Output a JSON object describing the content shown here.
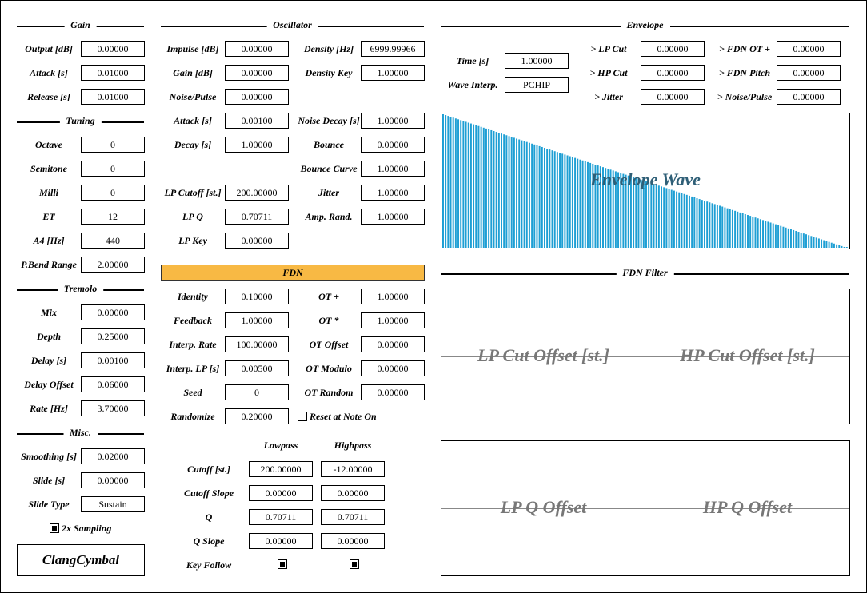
{
  "app": {
    "name": "ClangCymbal"
  },
  "sections": {
    "gain": "Gain",
    "tuning": "Tuning",
    "tremolo": "Tremolo",
    "misc": "Misc.",
    "oscillator": "Oscillator",
    "fdn": "FDN",
    "envelope": "Envelope",
    "fdn_filter": "FDN Filter"
  },
  "gain": [
    {
      "label": "Output [dB]",
      "value": "0.00000"
    },
    {
      "label": "Attack [s]",
      "value": "0.01000"
    },
    {
      "label": "Release [s]",
      "value": "0.01000"
    }
  ],
  "tuning": [
    {
      "label": "Octave",
      "value": "0"
    },
    {
      "label": "Semitone",
      "value": "0"
    },
    {
      "label": "Milli",
      "value": "0"
    },
    {
      "label": "ET",
      "value": "12"
    },
    {
      "label": "A4 [Hz]",
      "value": "440"
    },
    {
      "label": "P.Bend Range",
      "value": "2.00000"
    }
  ],
  "tremolo": [
    {
      "label": "Mix",
      "value": "0.00000"
    },
    {
      "label": "Depth",
      "value": "0.25000"
    },
    {
      "label": "Delay [s]",
      "value": "0.00100"
    },
    {
      "label": "Delay Offset",
      "value": "0.06000"
    },
    {
      "label": "Rate [Hz]",
      "value": "3.70000"
    }
  ],
  "misc": [
    {
      "label": "Smoothing [s]",
      "value": "0.02000"
    },
    {
      "label": "Slide [s]",
      "value": "0.00000"
    },
    {
      "label": "Slide Type",
      "value": "Sustain"
    }
  ],
  "misc_checkbox": {
    "label": "2x Sampling",
    "checked": true
  },
  "osc_left": [
    {
      "label": "Impulse [dB]",
      "value": "0.00000"
    },
    {
      "label": "Gain [dB]",
      "value": "0.00000"
    },
    {
      "label": "Noise/Pulse",
      "value": "0.00000"
    },
    {
      "label": "Attack [s]",
      "value": "0.00100"
    },
    {
      "label": "Decay [s]",
      "value": "1.00000"
    },
    {
      "label": "LP Cutoff [st.]",
      "value": "200.00000"
    },
    {
      "label": "LP Q",
      "value": "0.70711"
    },
    {
      "label": "LP Key",
      "value": "0.00000"
    }
  ],
  "osc_right": [
    {
      "label": "Density [Hz]",
      "value": "6999.99966"
    },
    {
      "label": "Density Key",
      "value": "1.00000"
    },
    {
      "label": "Noise Decay [s]",
      "value": "1.00000"
    },
    {
      "label": "Bounce",
      "value": "0.00000"
    },
    {
      "label": "Bounce Curve",
      "value": "1.00000"
    },
    {
      "label": "Jitter",
      "value": "1.00000"
    },
    {
      "label": "Amp. Rand.",
      "value": "1.00000"
    }
  ],
  "fdn_left": [
    {
      "label": "Identity",
      "value": "0.10000"
    },
    {
      "label": "Feedback",
      "value": "1.00000"
    },
    {
      "label": "Interp. Rate",
      "value": "100.00000"
    },
    {
      "label": "Interp. LP [s]",
      "value": "0.00500"
    },
    {
      "label": "Seed",
      "value": "0"
    },
    {
      "label": "Randomize",
      "value": "0.20000"
    }
  ],
  "fdn_right": [
    {
      "label": "OT +",
      "value": "1.00000"
    },
    {
      "label": "OT *",
      "value": "1.00000"
    },
    {
      "label": "OT Offset",
      "value": "0.00000"
    },
    {
      "label": "OT Modulo",
      "value": "0.00000"
    },
    {
      "label": "OT Random",
      "value": "0.00000"
    }
  ],
  "fdn_checkbox": {
    "label": "Reset at Note On",
    "checked": false
  },
  "filter_table": {
    "col_lowpass": "Lowpass",
    "col_highpass": "Highpass",
    "rows": [
      {
        "label": "Cutoff [st.]",
        "low": "200.00000",
        "high": "-12.00000"
      },
      {
        "label": "Cutoff Slope",
        "low": "0.00000",
        "high": "0.00000"
      },
      {
        "label": "Q",
        "low": "0.70711",
        "high": "0.70711"
      },
      {
        "label": "Q Slope",
        "low": "0.00000",
        "high": "0.00000"
      }
    ],
    "key_follow": {
      "label": "Key Follow",
      "low_checked": true,
      "high_checked": true
    }
  },
  "envelope": {
    "time_label": "Time [s]",
    "time_value": "1.00000",
    "interp_label": "Wave Interp.",
    "interp_value": "PCHIP",
    "mods_mid": [
      {
        "label": "> LP Cut",
        "value": "0.00000"
      },
      {
        "label": "> HP Cut",
        "value": "0.00000"
      },
      {
        "label": "> Jitter",
        "value": "0.00000"
      }
    ],
    "mods_right": [
      {
        "label": "> FDN OT +",
        "value": "0.00000"
      },
      {
        "label": "> FDN Pitch",
        "value": "0.00000"
      },
      {
        "label": "> Noise/Pulse",
        "value": "0.00000"
      }
    ],
    "wave_label": "Envelope Wave",
    "wave_color": "#1e9fd4",
    "wave_bar_count": 160,
    "wave_shape": "linear decay from 1 to 0"
  },
  "fdn_filter_pads": [
    {
      "label": "LP Cut Offset [st.]"
    },
    {
      "label": "HP Cut Offset [st.]"
    },
    {
      "label": "LP Q Offset"
    },
    {
      "label": "HP Q Offset"
    }
  ],
  "colors": {
    "accent": "#f8b944",
    "wave": "#1e9fd4",
    "pad_text": "#777777"
  }
}
